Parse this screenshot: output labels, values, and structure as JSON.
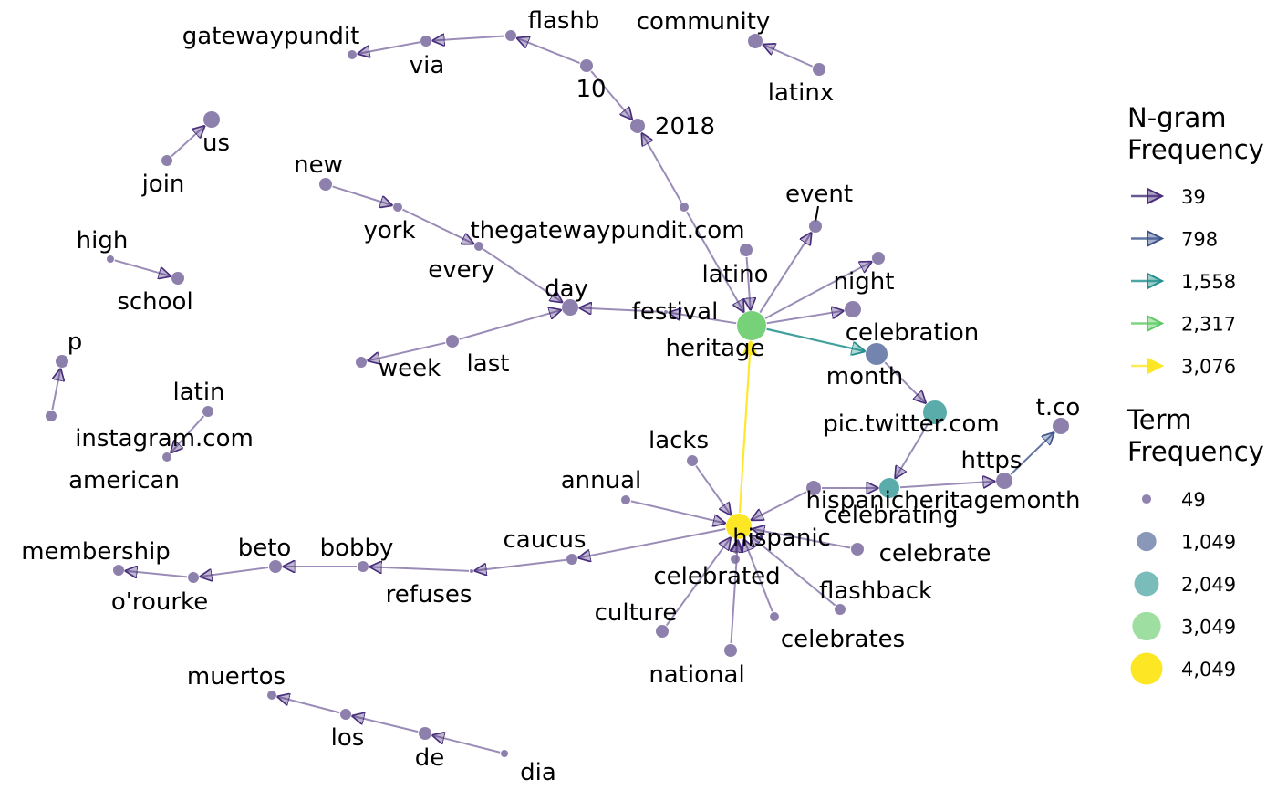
{
  "colors": {
    "background": "#ffffff",
    "purple": "#472d7b",
    "blue": "#3b528b",
    "teal": "#21908c",
    "green": "#5ec962",
    "yellow": "#fde725",
    "purple_node": "#7a6a9e",
    "black_edge": "#000000"
  },
  "legend": {
    "ngram_title_line1": "N-gram",
    "ngram_title_line2": "Frequency",
    "ngram_items": [
      {
        "label": "39",
        "color": "#472d7b"
      },
      {
        "label": "798",
        "color": "#3b528b"
      },
      {
        "label": "1,558",
        "color": "#21908c"
      },
      {
        "label": "2,317",
        "color": "#5ec962"
      },
      {
        "label": "3,076",
        "color": "#fde725"
      }
    ],
    "term_title_line1": "Term",
    "term_title_line2": "Frequency",
    "term_items": [
      {
        "label": "49",
        "value": 49,
        "color": "#472d7b"
      },
      {
        "label": "1,049",
        "value": 1049,
        "color": "#3b528b"
      },
      {
        "label": "2,049",
        "value": 2049,
        "color": "#21908c"
      },
      {
        "label": "3,049",
        "value": 3049,
        "color": "#5ec962"
      },
      {
        "label": "4,049",
        "value": 4049,
        "color": "#fde725"
      }
    ]
  },
  "graph": {
    "nodes": [
      {
        "id": "gatewaypundit",
        "label": "gatewaypundit"
      },
      {
        "id": "via",
        "label": "via"
      },
      {
        "id": "flashb",
        "label": "flashb"
      },
      {
        "id": "10",
        "label": "10"
      },
      {
        "id": "2018",
        "label": "2018"
      },
      {
        "id": "community",
        "label": "community"
      },
      {
        "id": "latinx",
        "label": "latinx"
      },
      {
        "id": "us",
        "label": "us"
      },
      {
        "id": "join",
        "label": "join"
      },
      {
        "id": "new",
        "label": "new"
      },
      {
        "id": "york",
        "label": "york"
      },
      {
        "id": "thegatewaypundit.com",
        "label": "thegatewaypundit.com"
      },
      {
        "id": "every",
        "label": "every"
      },
      {
        "id": "day",
        "label": "day"
      },
      {
        "id": "latino",
        "label": "latino"
      },
      {
        "id": "event",
        "label": "event"
      },
      {
        "id": "night",
        "label": "night"
      },
      {
        "id": "festival",
        "label": "festival"
      },
      {
        "id": "celebration",
        "label": "celebration"
      },
      {
        "id": "heritage",
        "label": "heritage"
      },
      {
        "id": "high",
        "label": "high"
      },
      {
        "id": "school",
        "label": "school"
      },
      {
        "id": "last",
        "label": "last"
      },
      {
        "id": "week",
        "label": "week"
      },
      {
        "id": "month",
        "label": "month"
      },
      {
        "id": "p",
        "label": "p"
      },
      {
        "id": "latin",
        "label": "latin"
      },
      {
        "id": "instagram.com",
        "label": "instagram.com"
      },
      {
        "id": "american",
        "label": "american"
      },
      {
        "id": "pic.twitter.com",
        "label": "pic.twitter.com"
      },
      {
        "id": "t.co",
        "label": "t.co"
      },
      {
        "id": "lacks",
        "label": "lacks"
      },
      {
        "id": "https",
        "label": "https"
      },
      {
        "id": "annual",
        "label": "annual"
      },
      {
        "id": "hispanicheritagemonth",
        "label": "hispanicheritagemonth"
      },
      {
        "id": "celebrating",
        "label": "celebrating"
      },
      {
        "id": "caucus",
        "label": "caucus"
      },
      {
        "id": "hispanic",
        "label": "hispanic"
      },
      {
        "id": "celebrate",
        "label": "celebrate"
      },
      {
        "id": "membership",
        "label": "membership"
      },
      {
        "id": "beto",
        "label": "beto"
      },
      {
        "id": "bobby",
        "label": "bobby"
      },
      {
        "id": "o'rourke",
        "label": "o'rourke"
      },
      {
        "id": "refuses",
        "label": "refuses"
      },
      {
        "id": "celebrated",
        "label": "celebrated"
      },
      {
        "id": "flashback",
        "label": "flashback"
      },
      {
        "id": "culture",
        "label": "culture"
      },
      {
        "id": "celebrates",
        "label": "celebrates"
      },
      {
        "id": "national",
        "label": "national"
      },
      {
        "id": "muertos",
        "label": "muertos"
      },
      {
        "id": "los",
        "label": "los"
      },
      {
        "id": "de",
        "label": "de"
      },
      {
        "id": "dia",
        "label": "dia"
      }
    ],
    "edges": [
      {
        "from": "via",
        "to": "gatewaypundit"
      },
      {
        "from": "flashb",
        "to": "via"
      },
      {
        "from": "10",
        "to": "flashb"
      },
      {
        "from": "10",
        "to": "2018"
      },
      {
        "from": "thegatewaypundit.com",
        "to": "2018"
      },
      {
        "from": "latinx",
        "to": "community"
      },
      {
        "from": "join",
        "to": "us"
      },
      {
        "from": "new",
        "to": "york"
      },
      {
        "from": "york",
        "to": "every"
      },
      {
        "from": "every",
        "to": "day"
      },
      {
        "from": "last",
        "to": "day"
      },
      {
        "from": "last",
        "to": "week"
      },
      {
        "from": "festival",
        "to": "day"
      },
      {
        "from": "high",
        "to": "school"
      },
      {
        "from": "american",
        "to": "p"
      },
      {
        "from": "latin",
        "to": "instagram.com"
      },
      {
        "from": "latino",
        "to": "heritage"
      },
      {
        "from": "thegatewaypundit.com",
        "to": "heritage"
      },
      {
        "from": "heritage",
        "to": "event"
      },
      {
        "from": "heritage",
        "to": "night"
      },
      {
        "from": "heritage",
        "to": "celebration"
      },
      {
        "from": "heritage",
        "to": "festival"
      },
      {
        "from": "heritage",
        "to": "month"
      },
      {
        "from": "hispanic",
        "to": "heritage"
      },
      {
        "from": "month",
        "to": "pic.twitter.com"
      },
      {
        "from": "pic.twitter.com",
        "to": "celebrating"
      },
      {
        "from": "celebrating",
        "to": "https"
      },
      {
        "from": "https",
        "to": "t.co"
      },
      {
        "from": "hispanicheritagemonth",
        "to": "celebrating"
      },
      {
        "from": "hispanicheritagemonth",
        "to": "hispanic"
      },
      {
        "from": "lacks",
        "to": "hispanic"
      },
      {
        "from": "annual",
        "to": "hispanic"
      },
      {
        "from": "hispanic",
        "to": "caucus"
      },
      {
        "from": "caucus",
        "to": "refuses"
      },
      {
        "from": "refuses",
        "to": "bobby"
      },
      {
        "from": "bobby",
        "to": "beto"
      },
      {
        "from": "beto",
        "to": "o'rourke"
      },
      {
        "from": "o'rourke",
        "to": "membership"
      },
      {
        "from": "celebrate",
        "to": "hispanic"
      },
      {
        "from": "celebrated",
        "to": "hispanic"
      },
      {
        "from": "culture",
        "to": "hispanic"
      },
      {
        "from": "national",
        "to": "hispanic"
      },
      {
        "from": "celebrates",
        "to": "hispanic"
      },
      {
        "from": "flashback",
        "to": "hispanic"
      },
      {
        "from": "dia",
        "to": "de"
      },
      {
        "from": "de",
        "to": "los"
      },
      {
        "from": "los",
        "to": "muertos"
      }
    ]
  }
}
